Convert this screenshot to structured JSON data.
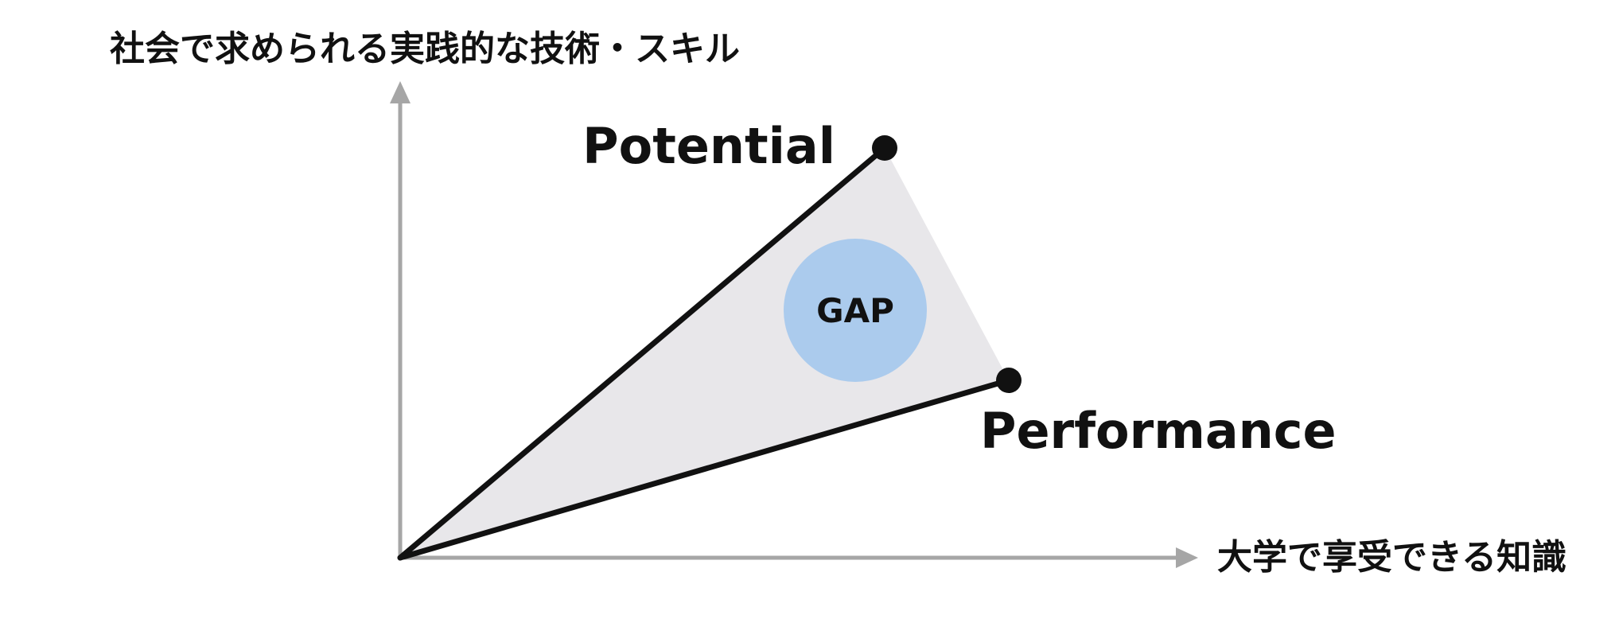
{
  "axes": {
    "y_label": "社会で求められる実践的な技術・スキル",
    "x_label": "大学で享受できる知識"
  },
  "points": {
    "potential_label": "Potential",
    "performance_label": "Performance"
  },
  "gap": {
    "label": "GAP"
  },
  "colors": {
    "axis": "#a6a6a6",
    "line": "#111111",
    "region_fill": "#e8e7ea",
    "gap_circle": "#abcbed",
    "text": "#111111"
  }
}
